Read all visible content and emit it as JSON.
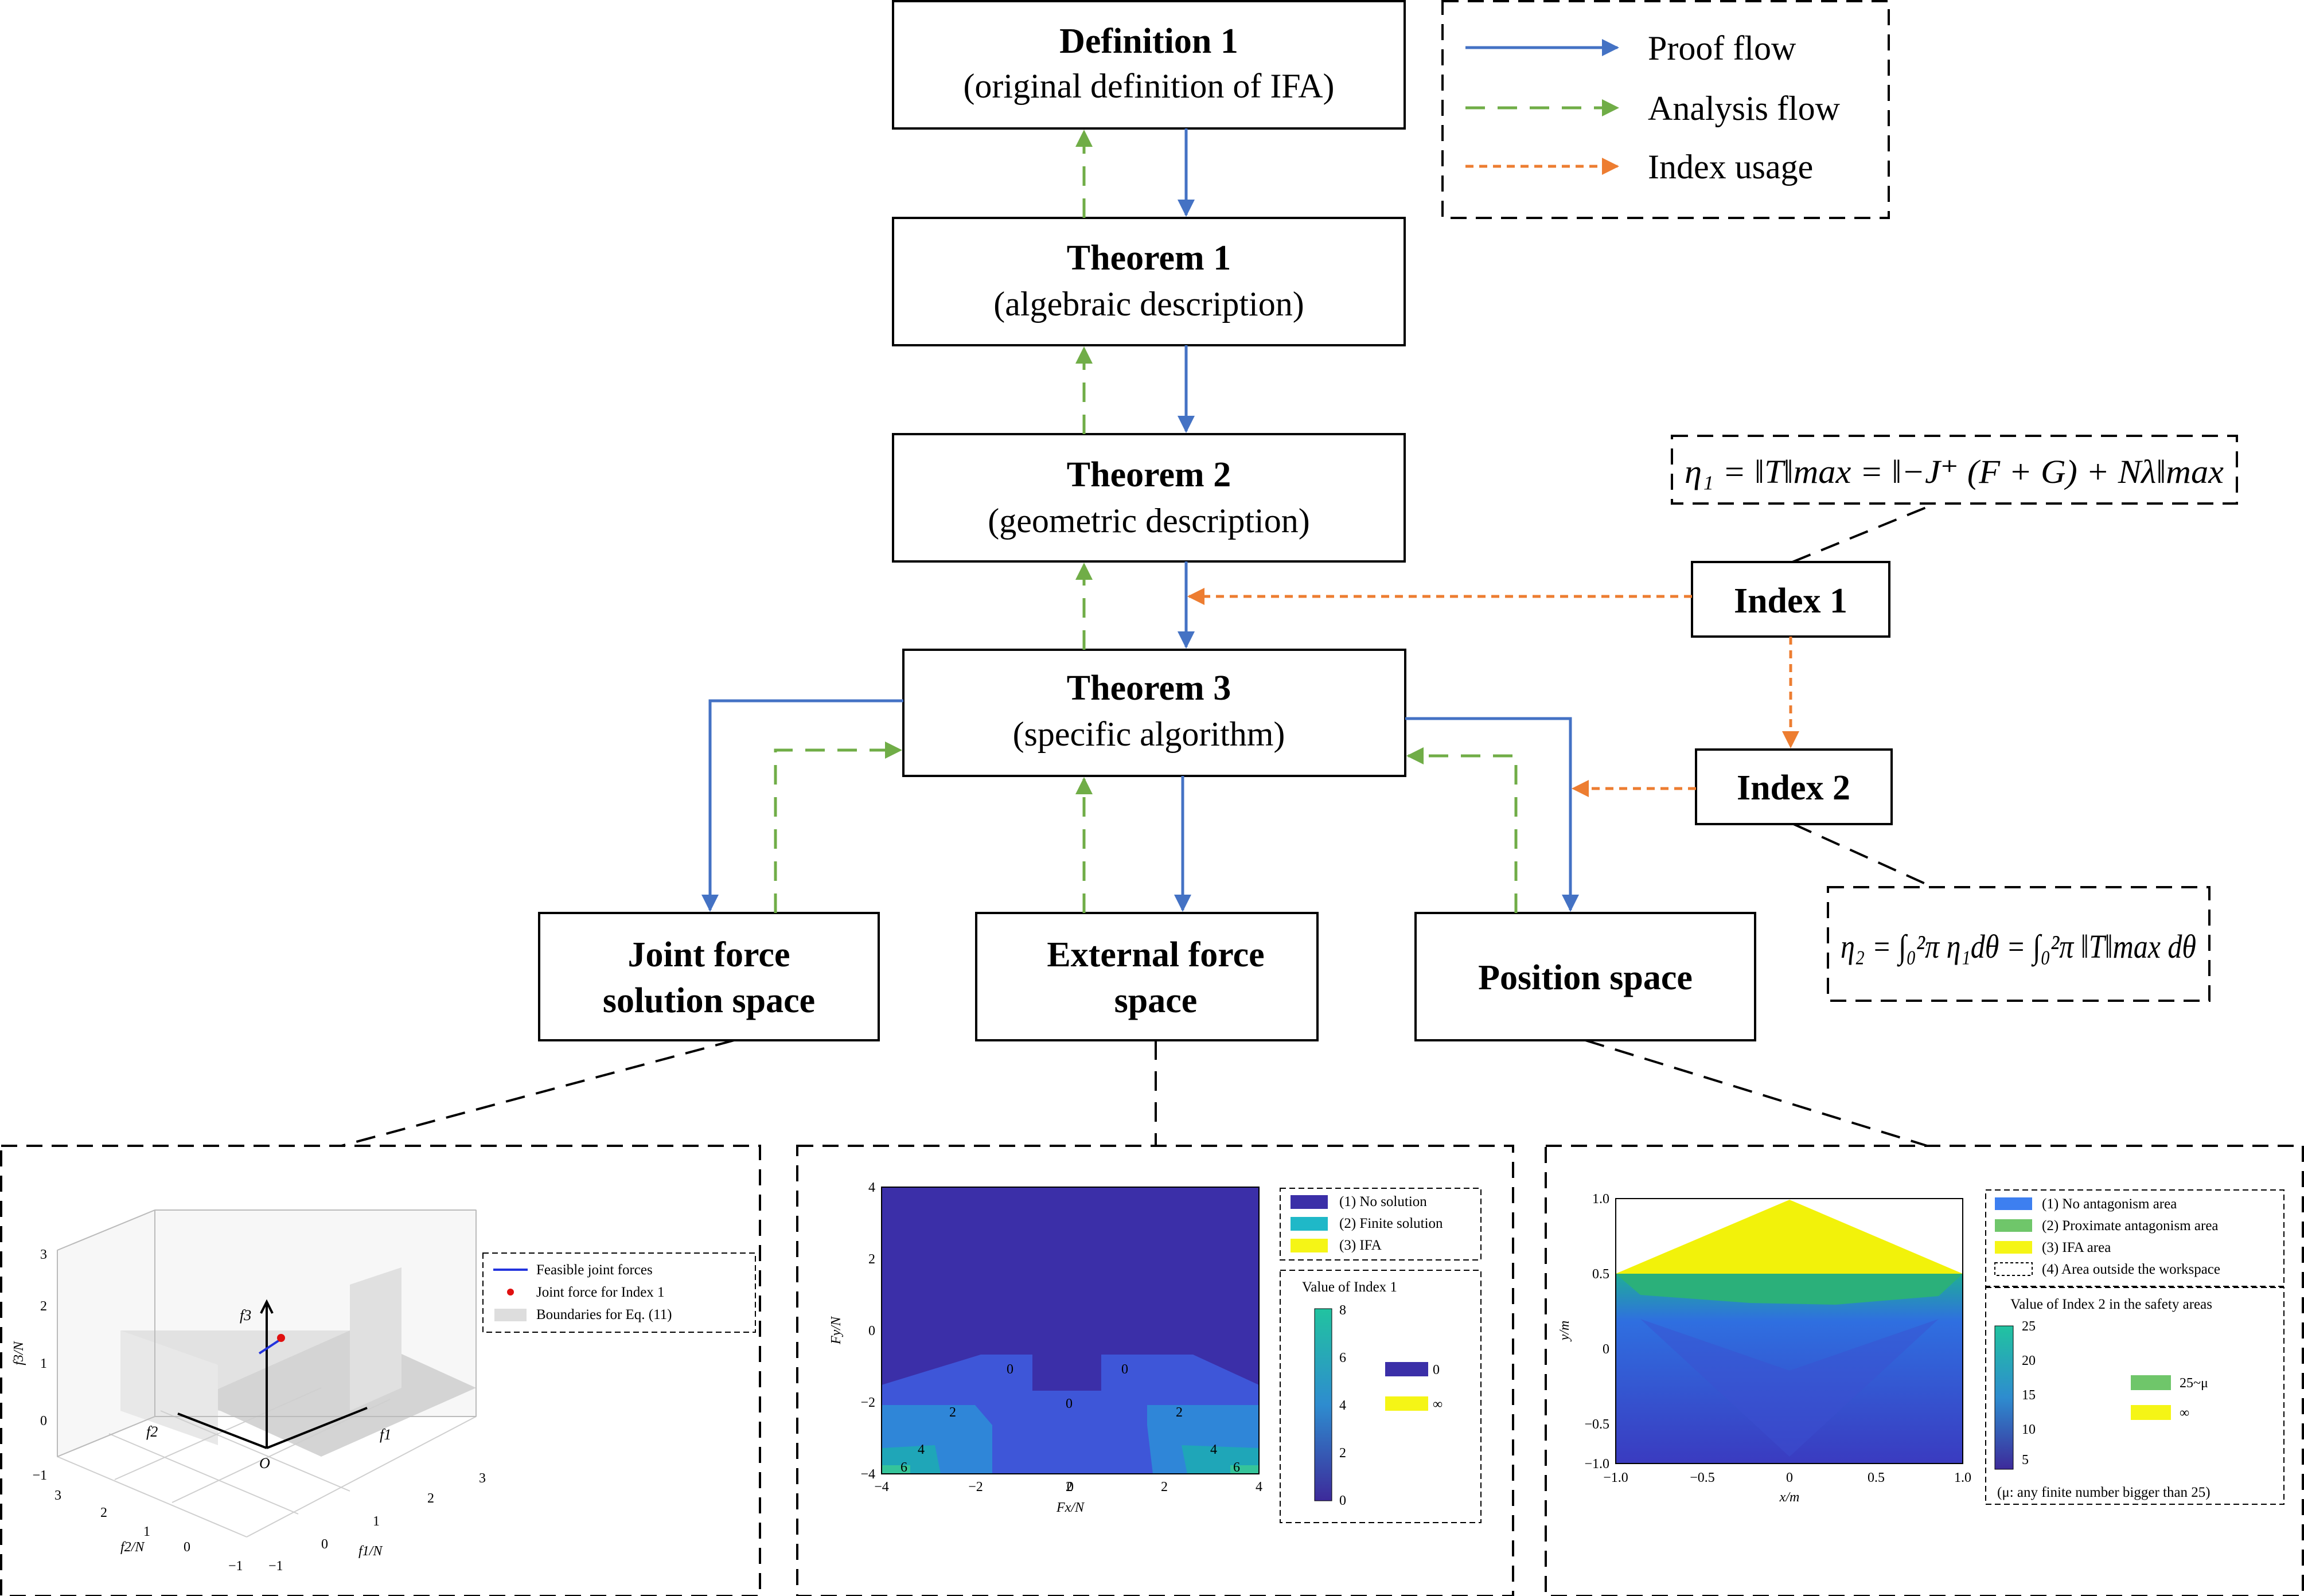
{
  "boxes": {
    "def1": {
      "title": "Definition 1",
      "subtitle": "(original definition of IFA)"
    },
    "thm1": {
      "title": "Theorem 1",
      "subtitle": "(algebraic description)"
    },
    "thm2": {
      "title": "Theorem 2",
      "subtitle": "(geometric description)"
    },
    "thm3": {
      "title": "Theorem 3",
      "subtitle": "(specific algorithm)"
    },
    "idx1": {
      "title": "Index 1"
    },
    "idx2": {
      "title": "Index 2"
    },
    "joint": {
      "line1": "Joint force",
      "line2": "solution space"
    },
    "external": {
      "line1": "External force",
      "line2": "space"
    },
    "position": {
      "title": "Position space"
    }
  },
  "legend": {
    "items": [
      {
        "label": "Proof flow",
        "color": "#4472c4",
        "style": "solid"
      },
      {
        "label": "Analysis flow",
        "color": "#70ad47",
        "style": "dashed"
      },
      {
        "label": "Index usage",
        "color": "#ed7d31",
        "style": "dotted"
      }
    ]
  },
  "formulas": {
    "eta1": "η₁ = ‖T‖max = ‖−J⁺ (F + G) + Nλ‖max",
    "eta2": "η₂ = ∫₀²π η₁dθ = ∫₀²π ‖T‖max dθ"
  },
  "panel1": {
    "legend": [
      "Feasible joint forces",
      "Joint force for Index 1",
      "Boundaries for Eq. (11)"
    ],
    "axis_z": "f3/N",
    "axis_x": "f1/N",
    "axis_y": "f2/N",
    "label_f3": "f3",
    "label_f1": "f1",
    "label_f2": "f2",
    "label_o": "O",
    "ticks_z": [
      "3",
      "2",
      "1",
      "0",
      "−1"
    ],
    "ticks_x": [
      "−1",
      "0",
      "1",
      "2",
      "3"
    ],
    "ticks_y": [
      "3",
      "2",
      "1",
      "0",
      "−1"
    ]
  },
  "panel2": {
    "legend": [
      "(1) No solution",
      "(2) Finite solution",
      "(3) IFA"
    ],
    "colorbar_title": "Value of Index 1",
    "colorbar_ticks": [
      "8",
      "6",
      "4",
      "2",
      "0"
    ],
    "key_zero": "0",
    "key_inf": "∞",
    "xlabel": "Fx/N",
    "ylabel": "Fy/N",
    "xticks": [
      "−4",
      "−2",
      "0",
      "2",
      "4"
    ],
    "yticks": [
      "4",
      "2",
      "0",
      "−2",
      "−4"
    ],
    "contour_labels": [
      "0",
      "0",
      "0",
      "2",
      "2",
      "4",
      "4",
      "2",
      "6",
      "6"
    ]
  },
  "panel3": {
    "legend": [
      "(1) No antagonism area",
      "(2) Proximate antagonism area",
      "(3) IFA area",
      "(4) Area outside the workspace"
    ],
    "colorbar_title": "Value of Index 2 in the safety areas",
    "colorbar_ticks": [
      "25",
      "20",
      "15",
      "10",
      "5"
    ],
    "key_mu": "25~μ",
    "key_inf": "∞",
    "note": "(μ: any finite number bigger than 25)",
    "xlabel": "x/m",
    "ylabel": "y/m",
    "xticks": [
      "−1.0",
      "−0.5",
      "0",
      "0.5",
      "1.0"
    ],
    "yticks": [
      "1.0",
      "0.5",
      "0",
      "−0.5",
      "−1.0"
    ]
  }
}
